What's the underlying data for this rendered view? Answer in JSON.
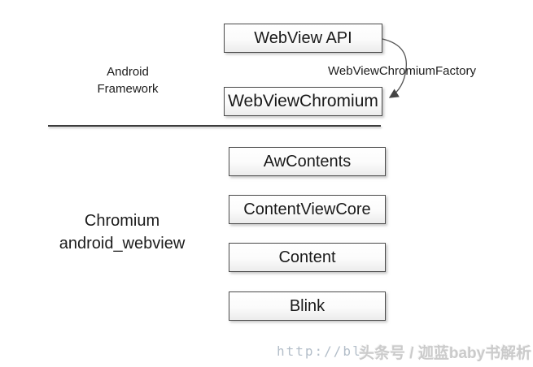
{
  "diagram": {
    "framework_label": {
      "line1": "Android",
      "line2": "Framework"
    },
    "chromium_label": {
      "line1": "Chromium",
      "line2": "android_webview"
    },
    "nodes": [
      {
        "label": "WebView API"
      },
      {
        "label": "WebViewChromium"
      },
      {
        "label": "AwContents"
      },
      {
        "label": "ContentViewCore"
      },
      {
        "label": "Content"
      },
      {
        "label": "Blink"
      }
    ],
    "arrow_label": "WebViewChromiumFactory",
    "watermark": {
      "url_fragment": "http://blo",
      "text": "头条号 / 迦蓝baby书解析"
    }
  },
  "colors": {
    "box_border": "#4a4a4a",
    "box_fill_top": "#ffffff",
    "box_fill_bottom": "#ececec",
    "text": "#1a1a1a",
    "divider": "#3c3c3c",
    "arrow": "#555555",
    "watermark_url": "#b3bec9",
    "watermark_text": "#cbcbcb"
  }
}
